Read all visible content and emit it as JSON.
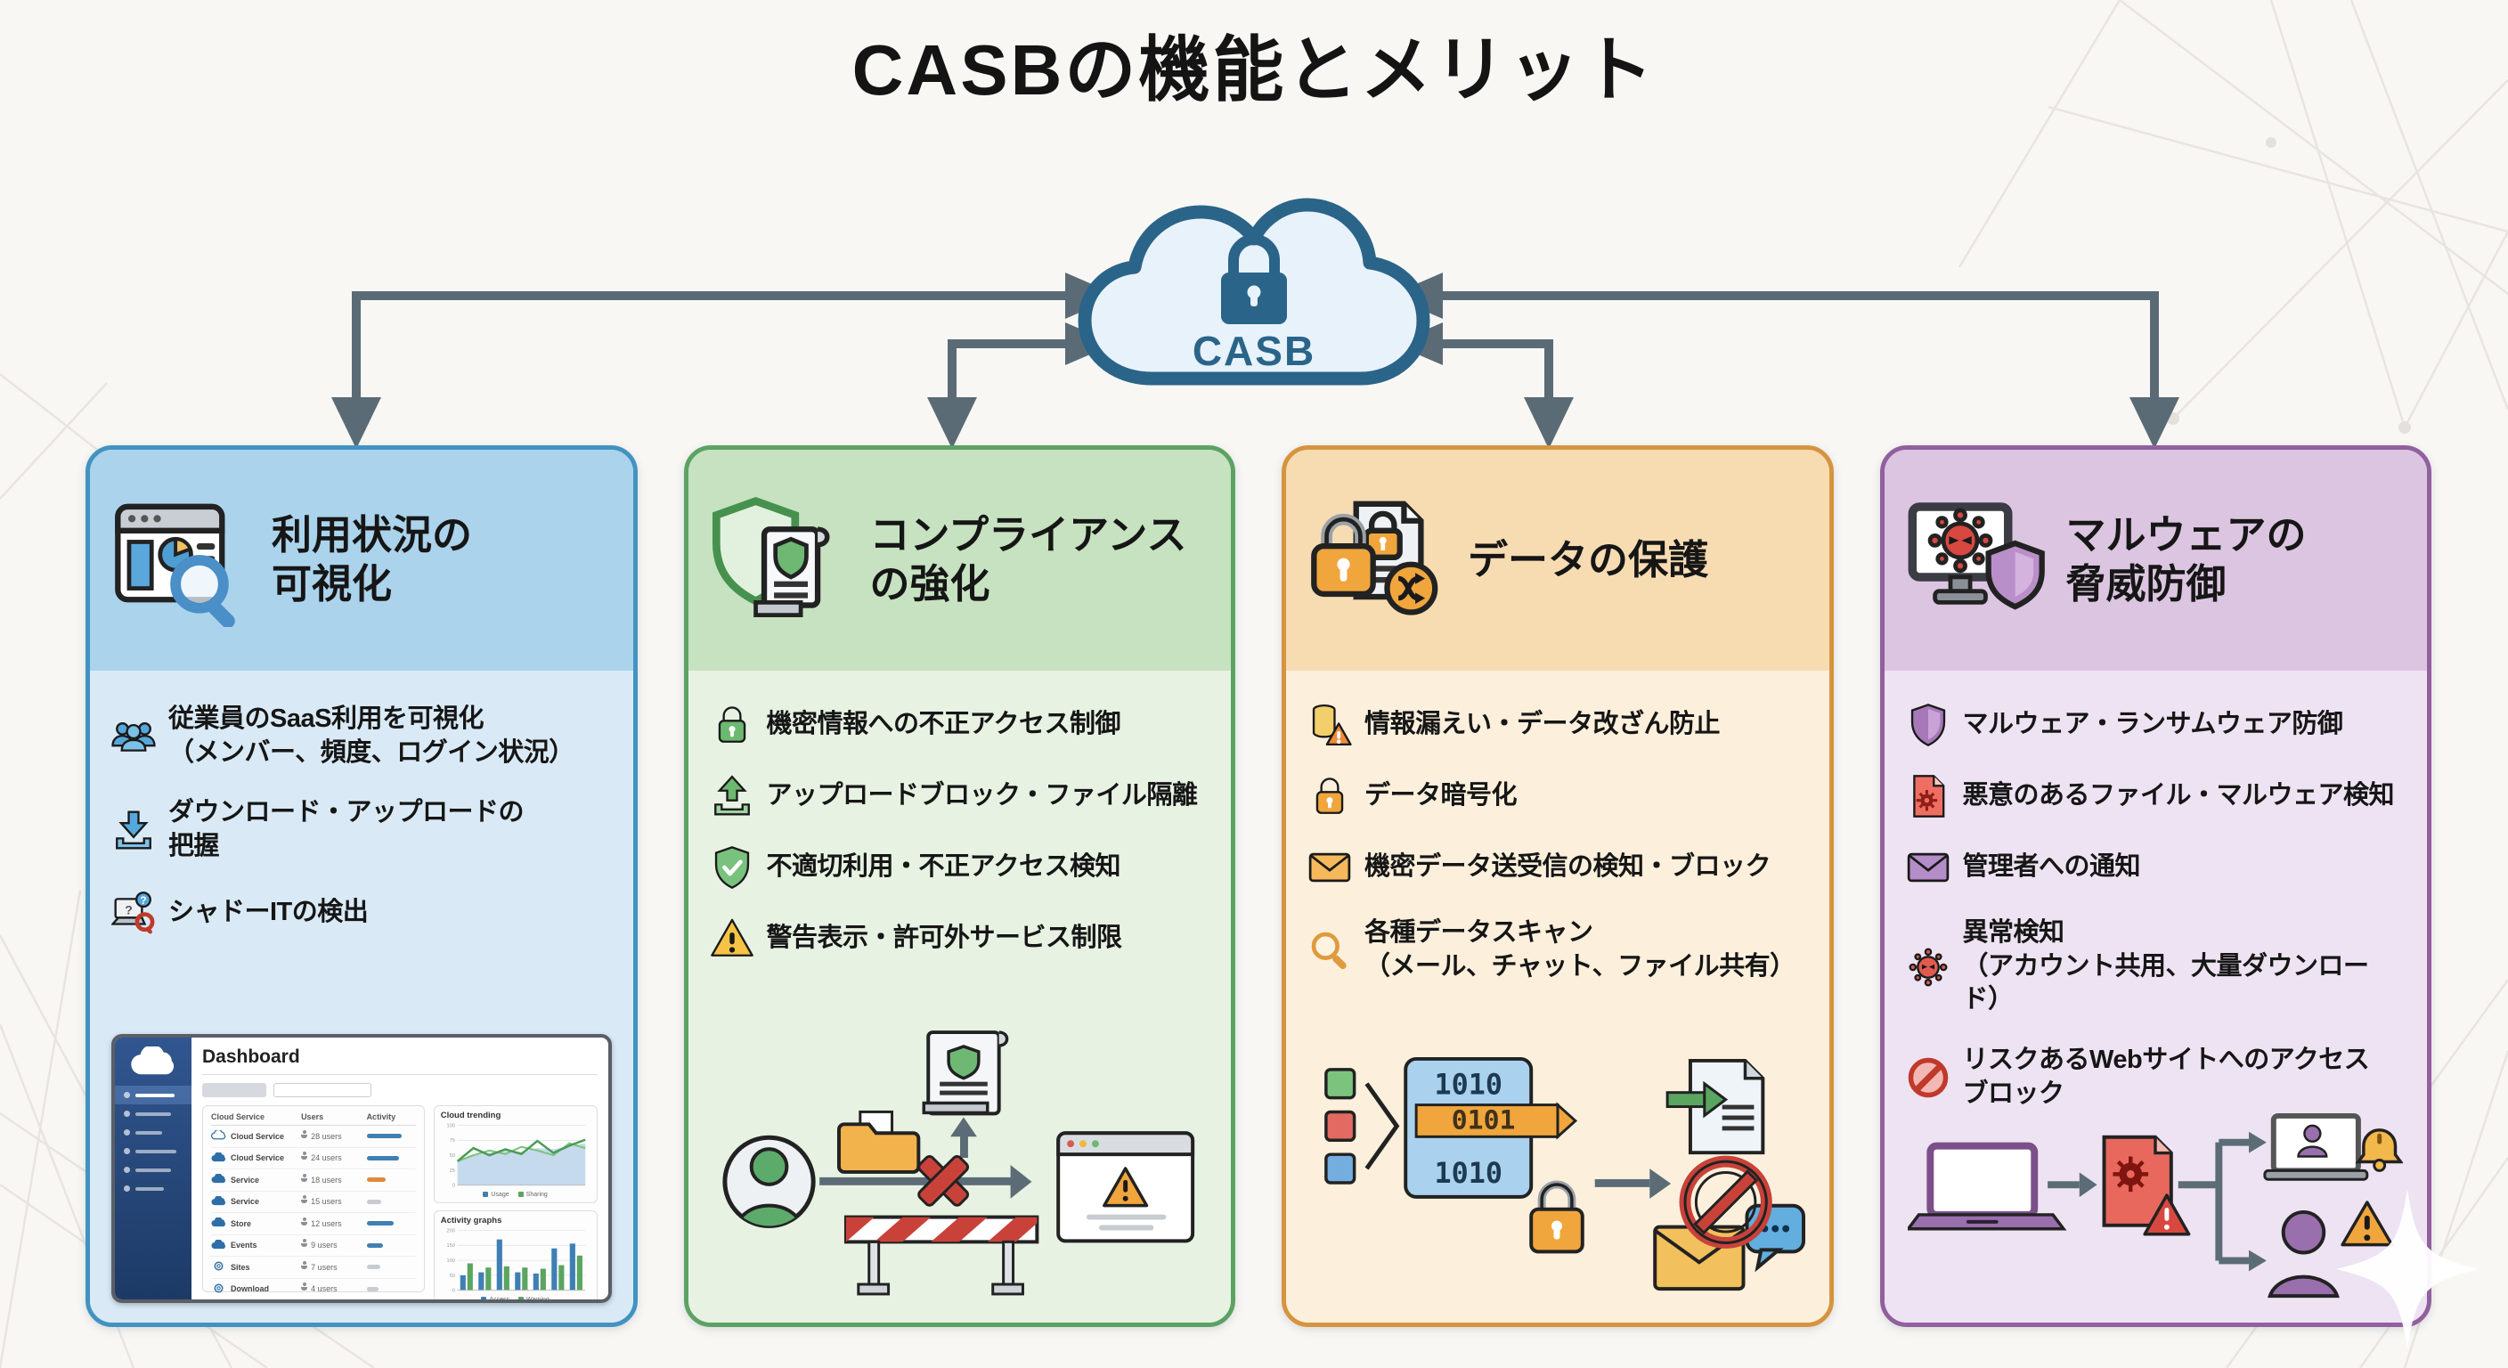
{
  "title": "CASBの機能とメリット",
  "cloud": {
    "label": "CASB",
    "color": "#2b6489"
  },
  "colors": {
    "arrow": "#5b6b76",
    "panel_blue": "#4193c1",
    "panel_green": "#5ca263",
    "panel_orange": "#d6943f",
    "panel_purple": "#91609f"
  },
  "panels": [
    {
      "id": "usage-visibility",
      "title": "利用状況の\n可視化",
      "header_icon": "dashboard-search-icon",
      "bullets": [
        {
          "icon": "users-icon",
          "text": "従業員のSaaS利用を可視化\n（メンバー、頻度、ログイン状況）"
        },
        {
          "icon": "download-icon",
          "text": "ダウンロード・アップロードの\n把握"
        },
        {
          "icon": "shadow-it-icon",
          "text": "シャドーITの検出"
        }
      ]
    },
    {
      "id": "compliance",
      "title": "コンプライアンス\nの強化",
      "header_icon": "shield-document-icon",
      "bullets": [
        {
          "icon": "lock-green-icon",
          "text": "機密情報への不正アクセス制御"
        },
        {
          "icon": "upload-icon",
          "text": "アップロードブロック・ファイル隔離"
        },
        {
          "icon": "shield-check-icon",
          "text": "不適切利用・不正アクセス検知"
        },
        {
          "icon": "warning-icon",
          "text": "警告表示・許可外サービス制限"
        }
      ]
    },
    {
      "id": "data-protection",
      "title": "データの保護",
      "header_icon": "locked-document-icon",
      "bullets": [
        {
          "icon": "data-leak-icon",
          "text": "情報漏えい・データ改ざん防止"
        },
        {
          "icon": "lock-orange-icon",
          "text": "データ暗号化"
        },
        {
          "icon": "mail-orange-icon",
          "text": "機密データ送受信の検知・ブロック"
        },
        {
          "icon": "scan-icon",
          "text": "各種データスキャン\n（メール、チャット、ファイル共有）"
        }
      ]
    },
    {
      "id": "malware-defense",
      "title": "マルウェアの\n脅威防御",
      "header_icon": "monitor-virus-shield-icon",
      "bullets": [
        {
          "icon": "shield-purple-icon",
          "text": "マルウェア・ランサムウェア防御"
        },
        {
          "icon": "malware-file-icon",
          "text": "悪意のあるファイル・マルウェア検知"
        },
        {
          "icon": "mail-purple-icon",
          "text": "管理者への通知"
        },
        {
          "icon": "virus-icon",
          "text": "異常検知\n（アカウント共用、大量ダウンロード）"
        },
        {
          "icon": "block-icon",
          "text": "リスクあるWebサイトへのアクセス\nブロック"
        }
      ]
    }
  ],
  "dashboard": {
    "title": "Dashboard",
    "table_headers": [
      "Cloud Service",
      "Users",
      "Activity"
    ],
    "rows": [
      {
        "name": "Cloud Service",
        "icon": "outline",
        "users": "28 users",
        "bar": 72,
        "color": "#3f7fb4"
      },
      {
        "name": "Cloud Service",
        "icon": "solid",
        "users": "24 users",
        "bar": 66,
        "color": "#3f7fb4"
      },
      {
        "name": "Service",
        "icon": "solid",
        "users": "18 users",
        "bar": 38,
        "color": "#e08a3c"
      },
      {
        "name": "Service",
        "icon": "solid",
        "users": "15 users",
        "bar": 30,
        "color": "#c8ccd1"
      },
      {
        "name": "Store",
        "icon": "solid",
        "users": "12 users",
        "bar": 56,
        "color": "#3f7fb4"
      },
      {
        "name": "Events",
        "icon": "solid",
        "users": "9 users",
        "bar": 34,
        "color": "#3f7fb4"
      },
      {
        "name": "Sites",
        "icon": "ring",
        "users": "7 users",
        "bar": 28,
        "color": "#c8ccd1"
      },
      {
        "name": "Download",
        "icon": "ring",
        "users": "4 users",
        "bar": 24,
        "color": "#c8ccd1"
      }
    ],
    "charts": [
      {
        "title": "Cloud trending",
        "type": "line",
        "yticks": [
          "100",
          "75",
          "50",
          "25",
          "0"
        ],
        "area": [
          42,
          50,
          54,
          58,
          56,
          62,
          60,
          66,
          70
        ],
        "line1": [
          40,
          62,
          50,
          60,
          52,
          74,
          54,
          66,
          76
        ],
        "line2": [
          40,
          50,
          58,
          52,
          64,
          58,
          50,
          70,
          62
        ],
        "legend": [
          {
            "label": "Usage",
            "color": "#3f7fb4"
          },
          {
            "label": "Sharing",
            "color": "#5aa560"
          }
        ]
      },
      {
        "title": "Activity graphs",
        "type": "bar",
        "yticks": [
          "200",
          "150",
          "100",
          "50",
          "0"
        ],
        "series": [
          {
            "name": "Access",
            "color": "#3f7fb4",
            "values": [
              25,
              30,
              85,
              30,
              28,
              70,
              78
            ]
          },
          {
            "name": "Warning",
            "color": "#5aa560",
            "values": [
              45,
              38,
              40,
              38,
              36,
              42,
              58
            ]
          }
        ],
        "legend": [
          {
            "label": "Access",
            "color": "#3f7fb4"
          },
          {
            "label": "Warning",
            "color": "#5aa560"
          }
        ]
      }
    ]
  },
  "chart_data": [
    {
      "type": "line",
      "title": "Cloud trending",
      "x": [
        1,
        2,
        3,
        4,
        5,
        6,
        7,
        8,
        9
      ],
      "series": [
        {
          "name": "area",
          "values": [
            42,
            50,
            54,
            58,
            56,
            62,
            60,
            66,
            70
          ]
        },
        {
          "name": "line1",
          "values": [
            40,
            62,
            50,
            60,
            52,
            74,
            54,
            66,
            76
          ]
        },
        {
          "name": "line2",
          "values": [
            40,
            50,
            58,
            52,
            64,
            58,
            50,
            70,
            62
          ]
        }
      ],
      "ylim": [
        0,
        100
      ],
      "legend_position": "bottom"
    },
    {
      "type": "bar",
      "title": "Activity graphs",
      "categories": [
        1,
        2,
        3,
        4,
        5,
        6,
        7
      ],
      "series": [
        {
          "name": "Access",
          "values": [
            25,
            30,
            85,
            30,
            28,
            70,
            78
          ]
        },
        {
          "name": "Warning",
          "values": [
            45,
            38,
            40,
            38,
            36,
            42,
            58
          ]
        }
      ],
      "ylim": [
        0,
        100
      ],
      "legend_position": "bottom"
    }
  ]
}
